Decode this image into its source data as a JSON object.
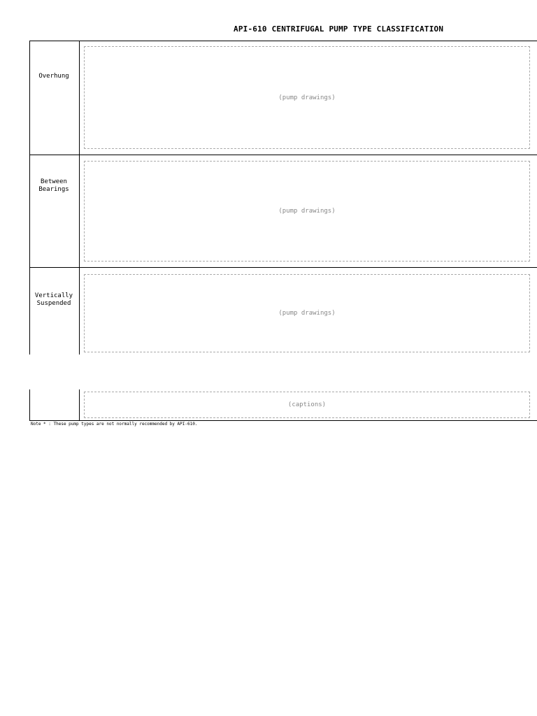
{
  "document": {
    "title": "API-610 CENTRIFUGAL PUMP TYPE CLASSIFICATION",
    "note": "Note * : These pump types are not normally recommended by API-610."
  },
  "categories": {
    "overhung": "Overhung",
    "between": "Between\nBearings",
    "vertical": "Vertically\nSuspended"
  }
}
